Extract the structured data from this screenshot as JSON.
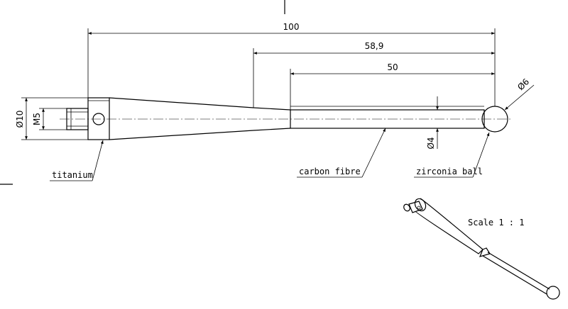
{
  "dimensions": {
    "overall_length": "100",
    "taper_length": "58,9",
    "fibre_length": "50",
    "body_diameter": "Ø10",
    "thread": "M5",
    "fibre_diameter": "Ø4",
    "ball_diameter": "Ø6"
  },
  "labels": {
    "titanium": "titanium",
    "carbon_fibre": "carbon fibre",
    "zirconia_ball": "zirconia ball",
    "scale": "Scale 1 : 1"
  }
}
